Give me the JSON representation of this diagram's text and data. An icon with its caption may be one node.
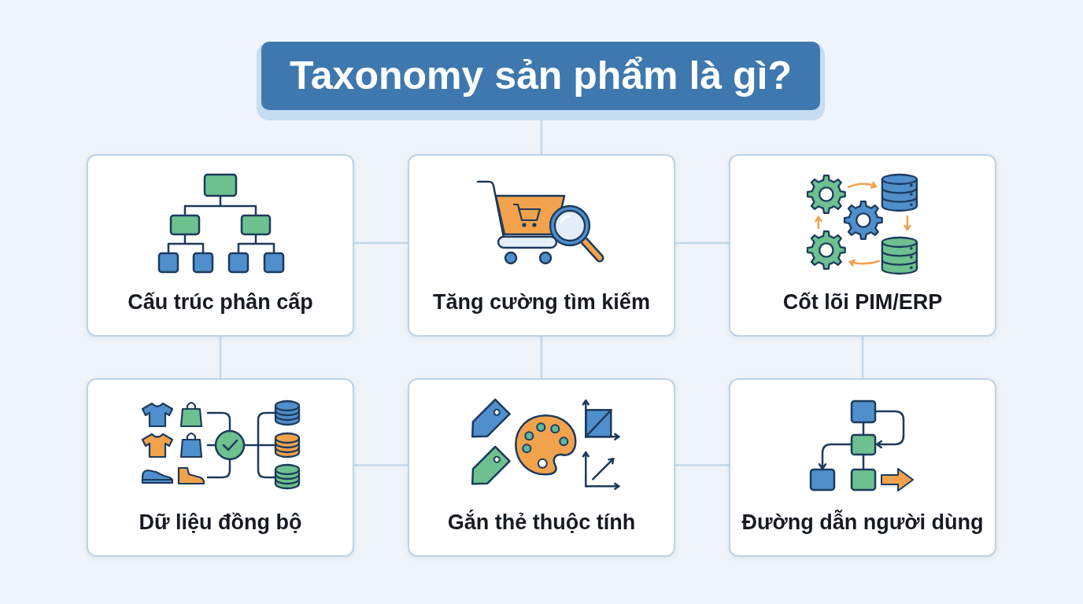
{
  "diagram": {
    "nodes": [
      {
        "text": [
          "Taxonomy sản phẩm là gì?"
        ]
      },
      {
        "text": [
          "Cấu trúc phân cấp"
        ]
      },
      {
        "text": [
          "Tăng cường tìm kiếm"
        ]
      },
      {
        "text": [
          "Cốt lõi PIM/ERP"
        ]
      },
      {
        "text": [
          "Dữ liệu đồng bộ"
        ]
      },
      {
        "text": [
          "Gắn thẻ thuộc tính"
        ]
      },
      {
        "text": [
          "Đường dẫn người dùng"
        ]
      }
    ],
    "edges": [
      {
        "from": 0,
        "to": 2,
        "arrow": "none"
      },
      {
        "from": 1,
        "to": 2,
        "arrow": "none"
      },
      {
        "from": 2,
        "to": 3,
        "arrow": "none"
      },
      {
        "from": 1,
        "to": 4,
        "arrow": "none"
      },
      {
        "from": 2,
        "to": 5,
        "arrow": "none"
      },
      {
        "from": 3,
        "to": 6,
        "arrow": "none"
      },
      {
        "from": 4,
        "to": 5,
        "arrow": "none"
      },
      {
        "from": 5,
        "to": 6,
        "arrow": "none"
      }
    ]
  }
}
